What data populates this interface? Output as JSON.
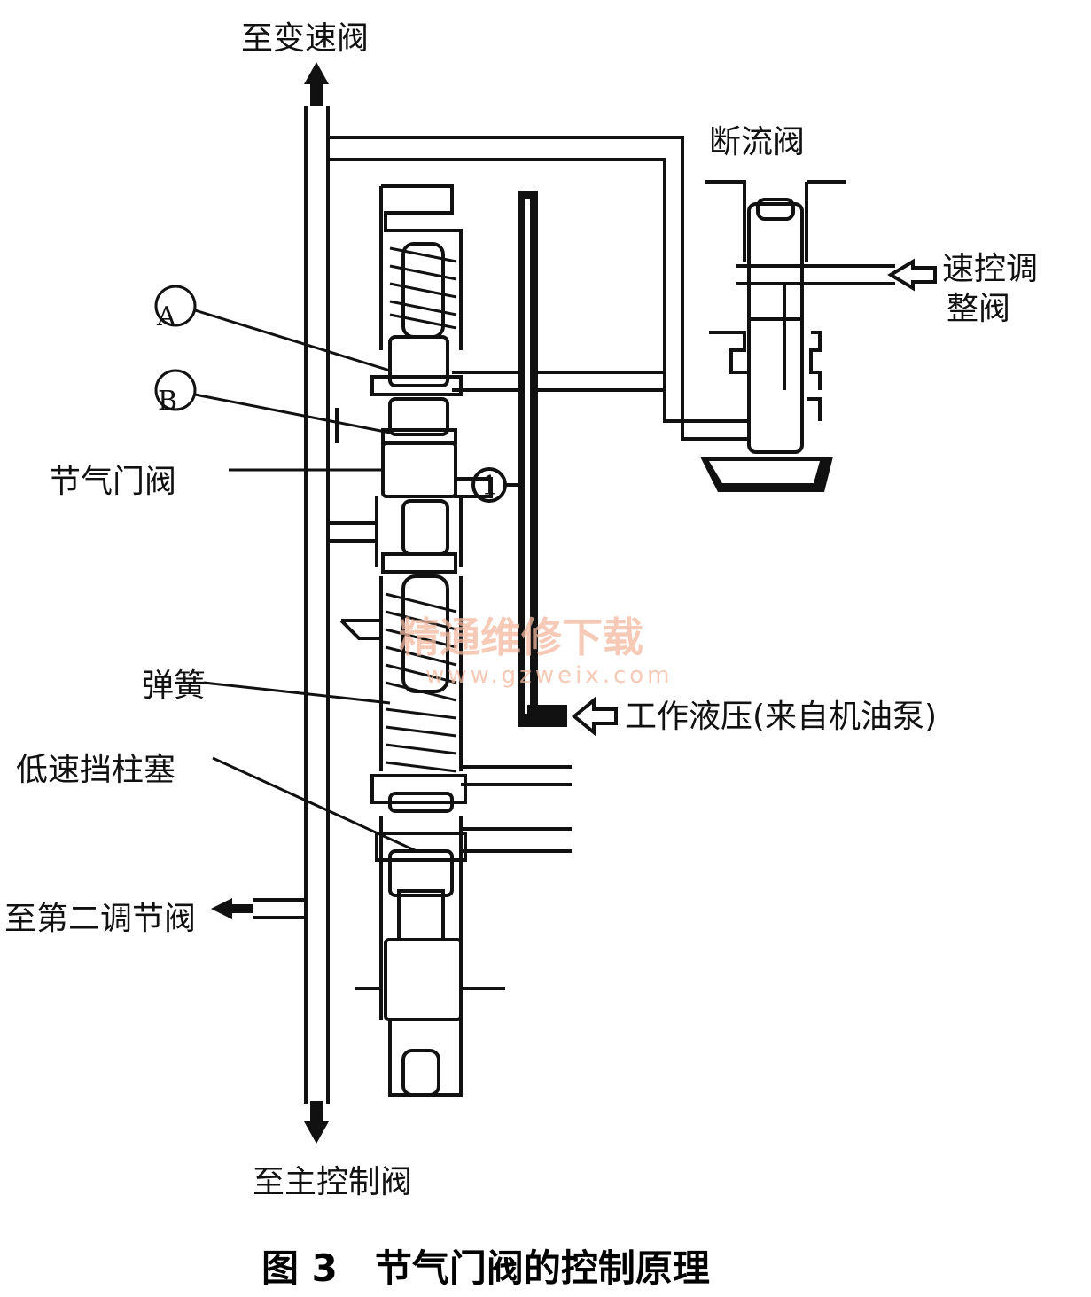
{
  "labels": {
    "to_shift_valve": "至变速阀",
    "cutoff_valve": "断流阀",
    "speed_control_regulator_line1": "速控调",
    "speed_control_regulator_line2": "整阀",
    "callout_a": "A",
    "callout_b": "B",
    "throttle_valve": "节气门阀",
    "callout_1": "1",
    "spring": "弹簧",
    "working_pressure": "工作液压(来自机油泵)",
    "low_gear_plunger": "低速挡柱塞",
    "to_second_regulator": "至第二调节阀",
    "to_main_control": "至主控制阀"
  },
  "caption": "图 3　节气门阀的控制原理",
  "watermark": {
    "text": "精通维修下载",
    "url": "www.gzweix.com"
  },
  "colors": {
    "ink": "#111111",
    "watermark": "#f3b9a0"
  }
}
